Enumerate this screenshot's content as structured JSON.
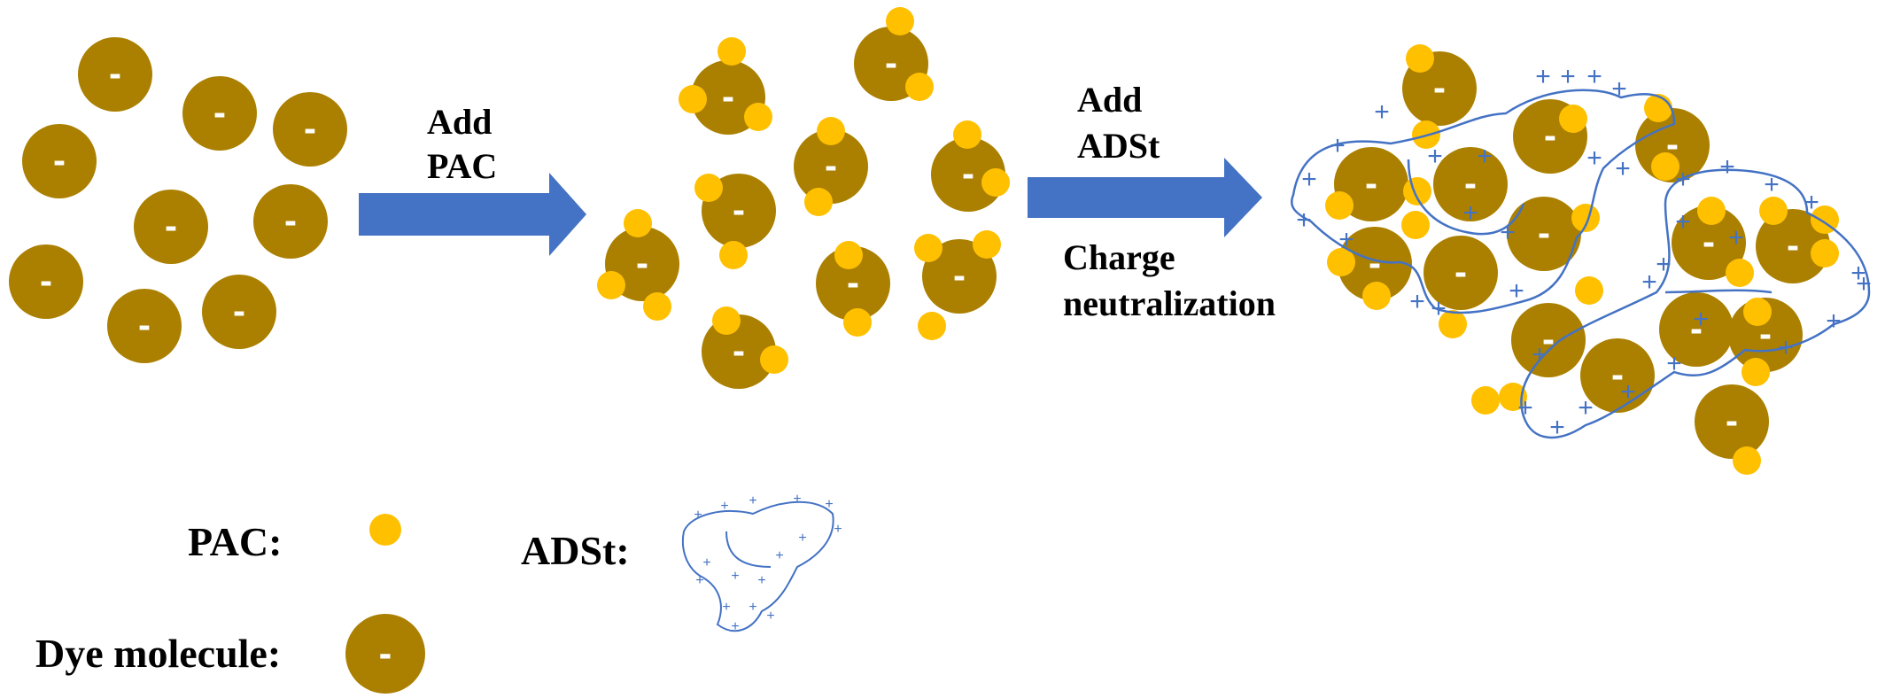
{
  "steps": {
    "step1": {
      "line1": "Add",
      "line2": "PAC"
    },
    "step2": {
      "line1": "Add",
      "line2": "ADSt",
      "caption_line1": "Charge",
      "caption_line2": "neutralization"
    }
  },
  "legend": {
    "pac_label": "PAC:",
    "adst_label": "ADSt:",
    "dye_label": "Dye molecule:"
  },
  "symbols": {
    "negative": "-",
    "positive": "+"
  },
  "colors": {
    "dye": "#AB8000",
    "pac": "#FFC000",
    "arrow": "#4472C4",
    "polymer": "#4472C4",
    "minus_sign": "#FFFFFF"
  }
}
